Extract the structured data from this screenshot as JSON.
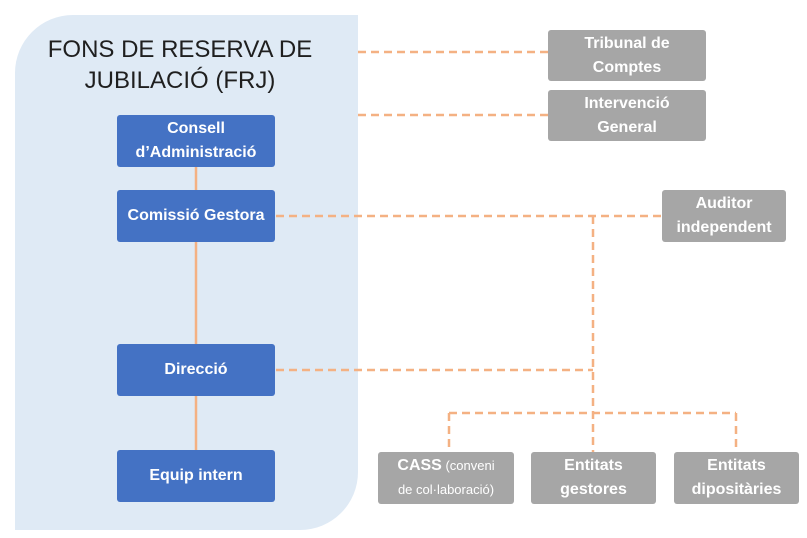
{
  "diagram": {
    "title": "FONS DE RESERVA DE\nJUBILACIÓ (FRJ)",
    "internal_nodes": [
      {
        "id": "consell",
        "lines": [
          "Consell",
          "d’Administració"
        ]
      },
      {
        "id": "comissio",
        "lines": [
          "Comissió Gestora"
        ]
      },
      {
        "id": "direccio",
        "lines": [
          "Direcció"
        ]
      },
      {
        "id": "equip",
        "lines": [
          "Equip intern"
        ]
      }
    ],
    "external_nodes": [
      {
        "id": "tribunal",
        "lines": [
          "Tribunal de",
          "Comptes"
        ]
      },
      {
        "id": "intervencio",
        "lines": [
          "Intervenció",
          "General"
        ]
      },
      {
        "id": "auditor",
        "lines": [
          "Auditor",
          "independent"
        ]
      },
      {
        "id": "cass",
        "label_bold": "CASS",
        "label_extra": " (conveni",
        "line2": "de  col·laboració)"
      },
      {
        "id": "gestores",
        "lines": [
          "Entitats",
          "gestores"
        ]
      },
      {
        "id": "dipositaries",
        "lines": [
          "Entitats",
          "dipositàries"
        ]
      }
    ],
    "colors": {
      "panel": "#dfeaf5",
      "internal": "#4472c4",
      "external": "#a6a6a6",
      "solid_connector": "#f4b183",
      "dashed_connector": "#f4b183"
    }
  }
}
